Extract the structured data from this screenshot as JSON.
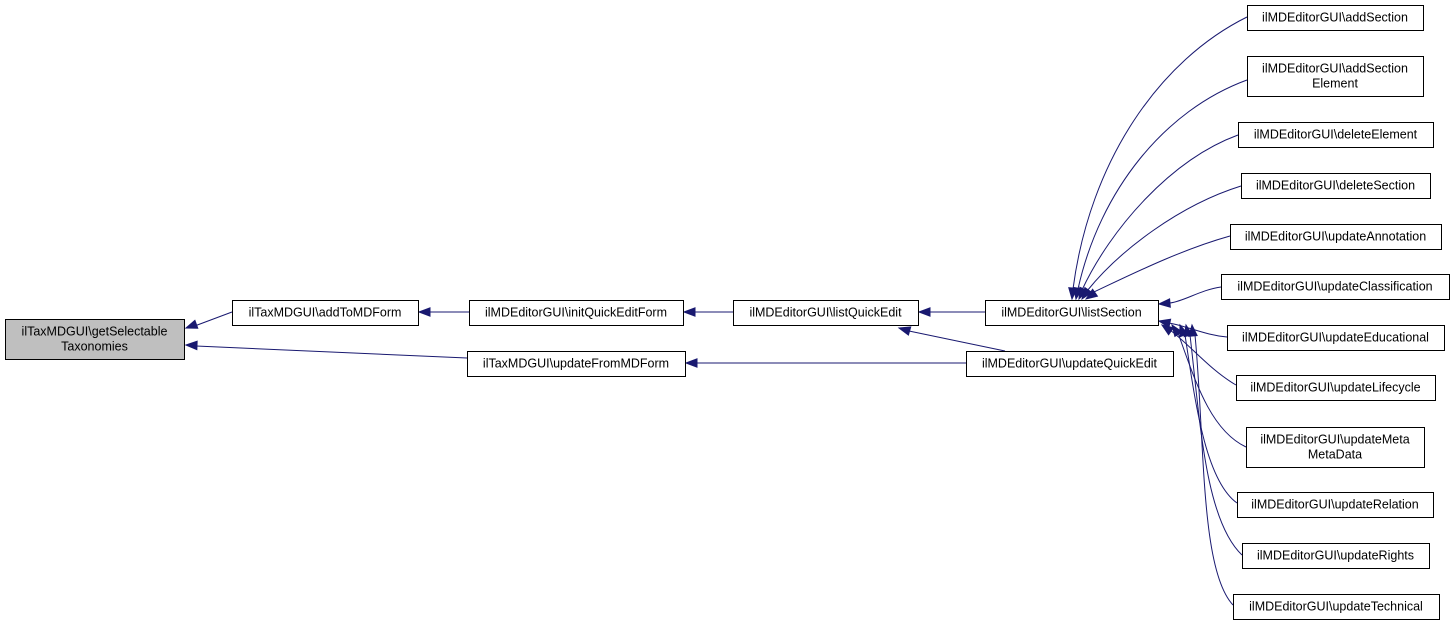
{
  "diagram": {
    "edge_color": "#191970",
    "root_fill": "#bfbfbf",
    "nodes": [
      {
        "id": "root",
        "lines": [
          "ilTaxMDGUI\\getSelectable",
          "Taxonomies"
        ],
        "highlighted": true
      },
      {
        "id": "addToMDForm",
        "lines": [
          "ilTaxMDGUI\\addToMDForm"
        ]
      },
      {
        "id": "updateFromMDForm",
        "lines": [
          "ilTaxMDGUI\\updateFromMDForm"
        ]
      },
      {
        "id": "initQuickEditForm",
        "lines": [
          "ilMDEditorGUI\\initQuickEditForm"
        ]
      },
      {
        "id": "listQuickEdit",
        "lines": [
          "ilMDEditorGUI\\listQuickEdit"
        ]
      },
      {
        "id": "listSection",
        "lines": [
          "ilMDEditorGUI\\listSection"
        ]
      },
      {
        "id": "updateQuickEdit",
        "lines": [
          "ilMDEditorGUI\\updateQuickEdit"
        ]
      },
      {
        "id": "addSection",
        "lines": [
          "ilMDEditorGUI\\addSection"
        ]
      },
      {
        "id": "addSectionElement",
        "lines": [
          "ilMDEditorGUI\\addSection",
          "Element"
        ]
      },
      {
        "id": "deleteElement",
        "lines": [
          "ilMDEditorGUI\\deleteElement"
        ]
      },
      {
        "id": "deleteSection",
        "lines": [
          "ilMDEditorGUI\\deleteSection"
        ]
      },
      {
        "id": "updateAnnotation",
        "lines": [
          "ilMDEditorGUI\\updateAnnotation"
        ]
      },
      {
        "id": "updateClassification",
        "lines": [
          "ilMDEditorGUI\\updateClassification"
        ]
      },
      {
        "id": "updateEducational",
        "lines": [
          "ilMDEditorGUI\\updateEducational"
        ]
      },
      {
        "id": "updateLifecycle",
        "lines": [
          "ilMDEditorGUI\\updateLifecycle"
        ]
      },
      {
        "id": "updateMetaMetaData",
        "lines": [
          "ilMDEditorGUI\\updateMeta",
          "MetaData"
        ]
      },
      {
        "id": "updateRelation",
        "lines": [
          "ilMDEditorGUI\\updateRelation"
        ]
      },
      {
        "id": "updateRights",
        "lines": [
          "ilMDEditorGUI\\updateRights"
        ]
      },
      {
        "id": "updateTechnical",
        "lines": [
          "ilMDEditorGUI\\updateTechnical"
        ]
      }
    ],
    "edges": [
      {
        "from": "addToMDForm",
        "to": "root"
      },
      {
        "from": "updateFromMDForm",
        "to": "root"
      },
      {
        "from": "initQuickEditForm",
        "to": "addToMDForm"
      },
      {
        "from": "listQuickEdit",
        "to": "initQuickEditForm"
      },
      {
        "from": "listSection",
        "to": "listQuickEdit"
      },
      {
        "from": "updateQuickEdit",
        "to": "listQuickEdit"
      },
      {
        "from": "updateQuickEdit",
        "to": "updateFromMDForm"
      },
      {
        "from": "addSection",
        "to": "listSection"
      },
      {
        "from": "addSectionElement",
        "to": "listSection"
      },
      {
        "from": "deleteElement",
        "to": "listSection"
      },
      {
        "from": "deleteSection",
        "to": "listSection"
      },
      {
        "from": "updateAnnotation",
        "to": "listSection"
      },
      {
        "from": "updateClassification",
        "to": "listSection"
      },
      {
        "from": "updateEducational",
        "to": "listSection"
      },
      {
        "from": "updateLifecycle",
        "to": "listSection"
      },
      {
        "from": "updateMetaMetaData",
        "to": "listSection"
      },
      {
        "from": "updateRelation",
        "to": "listSection"
      },
      {
        "from": "updateRights",
        "to": "listSection"
      },
      {
        "from": "updateTechnical",
        "to": "listSection"
      }
    ]
  }
}
